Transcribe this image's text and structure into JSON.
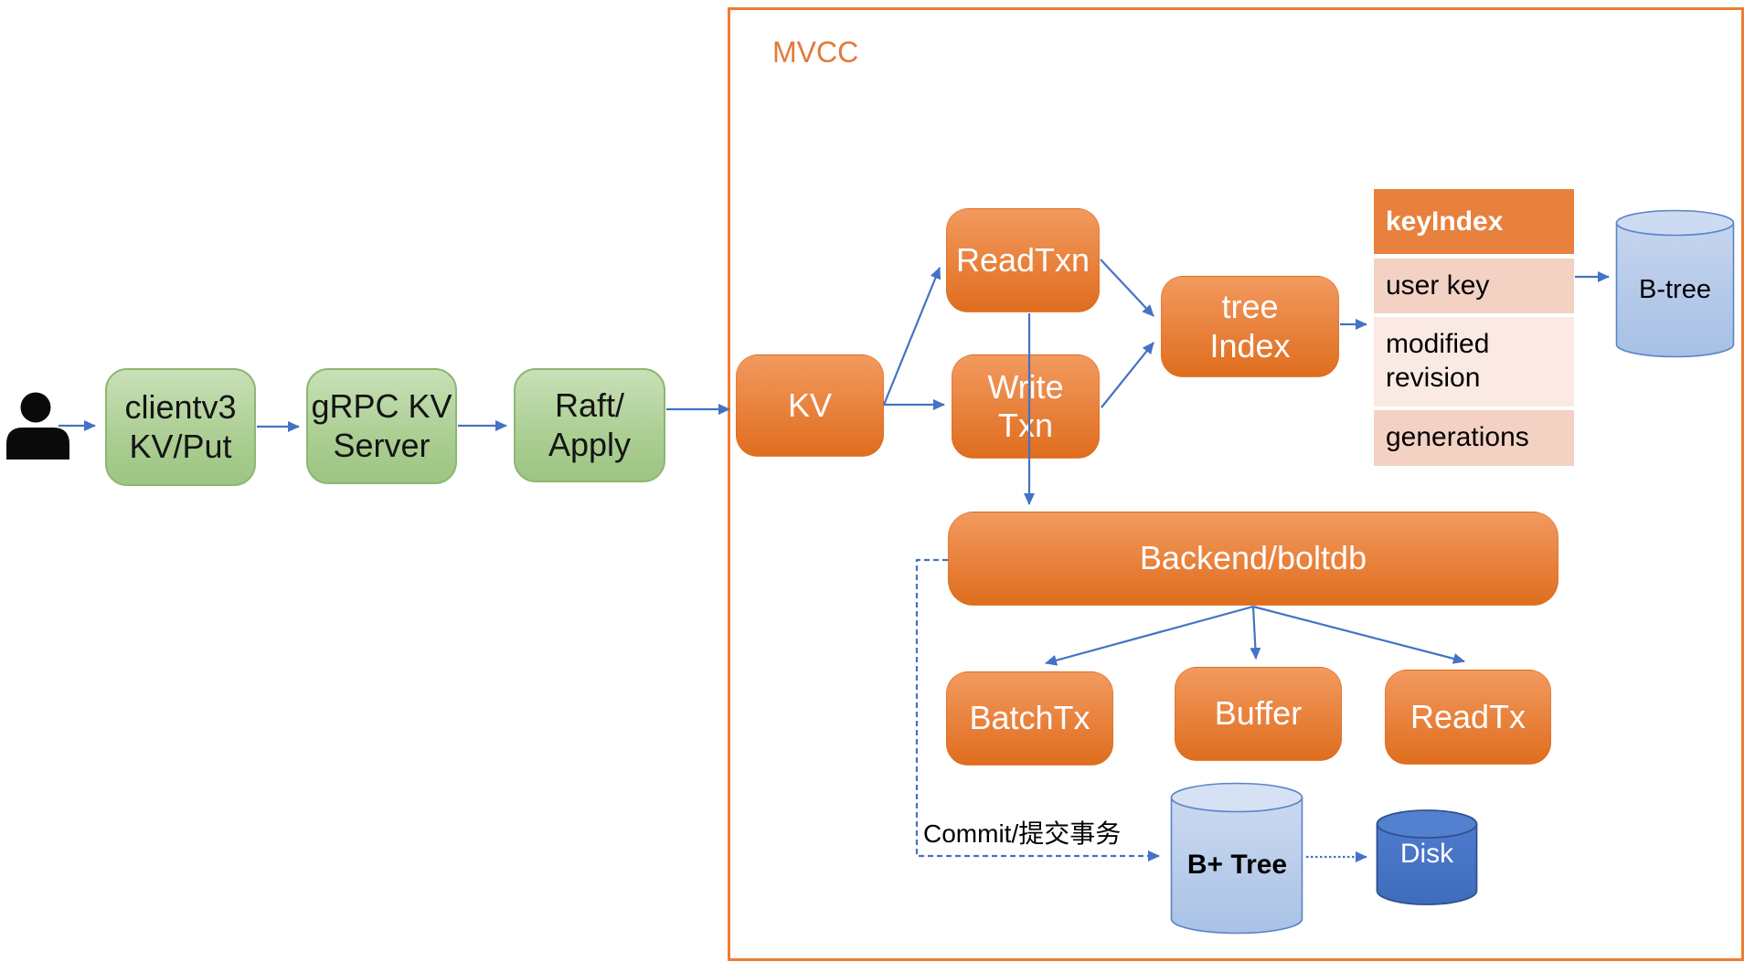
{
  "region": {
    "label": "MVCC"
  },
  "nodes": {
    "client": "clientv3\nKV/Put",
    "grpc_server": "gRPC KV\nServer",
    "raft_apply": "Raft/\nApply",
    "kv": "KV",
    "read_txn": "ReadTxn",
    "write_txn": "Write\nTxn",
    "tree_index": "tree\nIndex",
    "backend": "Backend/boltdb",
    "batch_tx": "BatchTx",
    "buffer": "Buffer",
    "read_tx": "ReadTx"
  },
  "stores": {
    "btree": "B-tree",
    "bplus_tree": "B+ Tree",
    "disk": "Disk"
  },
  "keyindex_table": {
    "header": "keyIndex",
    "rows": [
      "user key",
      "modified revision",
      "generations"
    ]
  },
  "annotations": {
    "commit": "Commit/提交事务"
  },
  "icons": {
    "user": "person-icon"
  },
  "colors": {
    "accent_orange": "#ED7D31",
    "arrow_blue": "#4472C4",
    "green_fill": "#A9CE90",
    "table_row_pink": "#F3D1C3",
    "table_row_light": "#FBEAE3",
    "cylinder_light_blue": "#B4C9E8",
    "cylinder_dark_blue": "#4472C4"
  }
}
